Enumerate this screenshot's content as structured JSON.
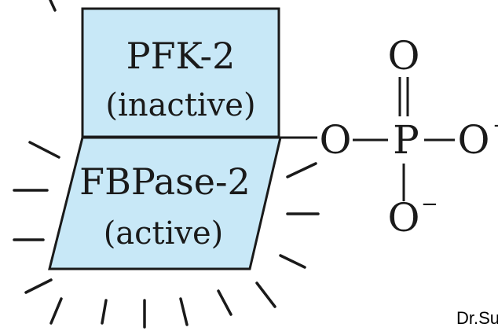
{
  "pfk2": {
    "name": "PFK-2",
    "state": "(inactive)"
  },
  "fbpase2": {
    "name": "FBPase-2",
    "state": "(active)"
  },
  "phosphate": {
    "oxygen_bridge": "O",
    "phosphorus": "P",
    "oxygen_top": "O",
    "oxygen_right": "O",
    "oxygen_bottom": "O",
    "charge": "−"
  },
  "credit": "Dr.Su",
  "colors": {
    "box_fill": "#c8e8f7",
    "stroke": "#1a1a1a"
  }
}
